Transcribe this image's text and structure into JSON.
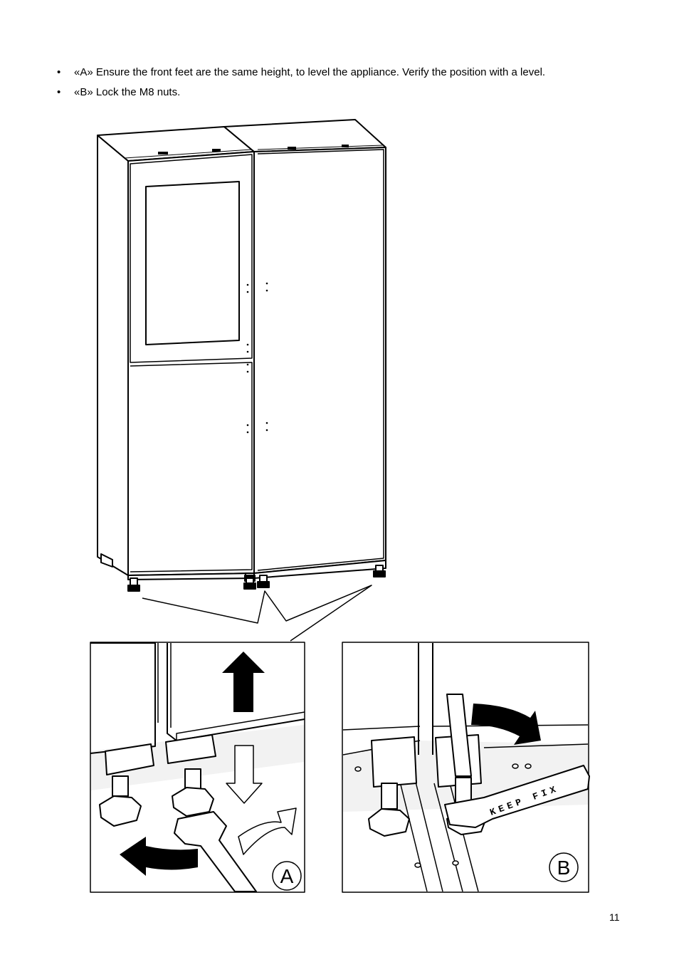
{
  "instructions": [
    {
      "bullet": "•",
      "text": "«A» Ensure the front feet are the same height, to level the appliance. Verify the position with a level."
    },
    {
      "bullet": "•",
      "text": "«B» Lock the M8 nuts."
    }
  ],
  "panels": {
    "a": {
      "label": "A"
    },
    "b": {
      "label": "B"
    }
  },
  "wrench_text": "KEEP FIX",
  "page_number": "11",
  "colors": {
    "ink": "#000000",
    "paper": "#ffffff",
    "floor": "#f2f2f2"
  }
}
